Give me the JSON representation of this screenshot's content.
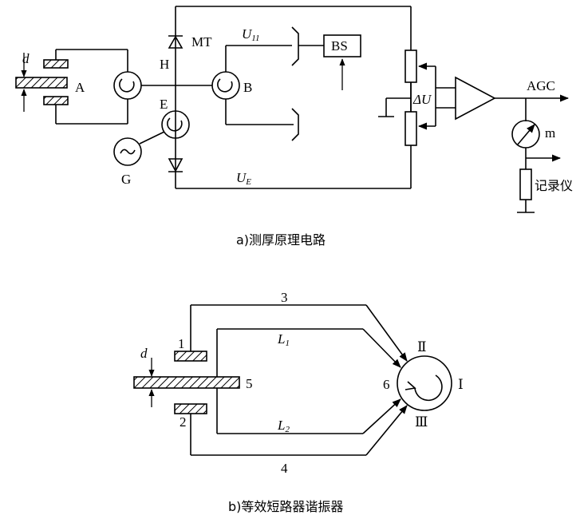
{
  "diagram_a": {
    "caption": "a)测厚原理电路",
    "d_label": "d",
    "A": "A",
    "B": "B",
    "E": "E",
    "G": "G",
    "H": "H",
    "MT": "MT",
    "BS": "BS",
    "U11_main": "U",
    "U11_sub": "11",
    "UE_main": "U",
    "UE_sub": "E",
    "dU": "ΔU",
    "AGC": "AGC",
    "m": "m",
    "recorder": "记录仪"
  },
  "diagram_b": {
    "caption": "b)等效短路器谐振器",
    "d_label": "d",
    "n1": "1",
    "n2": "2",
    "n3": "3",
    "n4": "4",
    "n5": "5",
    "n6": "6",
    "L1_main": "L",
    "L1_sub": "1",
    "L2_main": "L",
    "L2_sub": "2",
    "I": "Ⅰ",
    "II": "Ⅱ",
    "III": "Ⅲ"
  }
}
